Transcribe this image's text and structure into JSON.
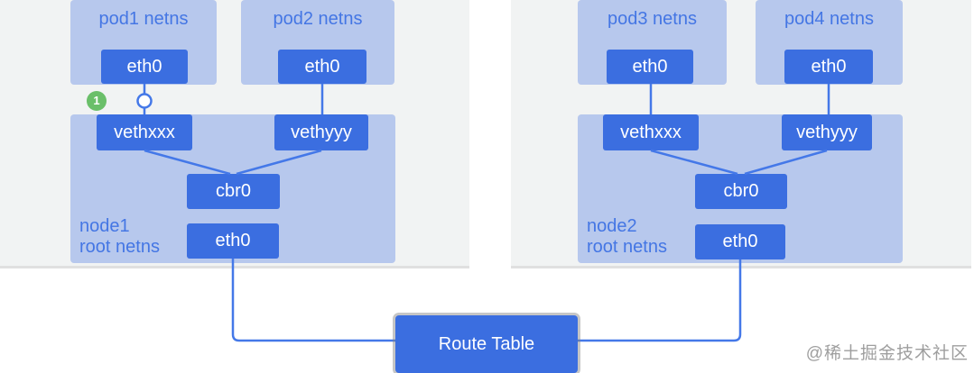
{
  "badge_label": "1",
  "watermark": "@稀土掘金技术社区",
  "route_table": {
    "label": "Route Table"
  },
  "groups": [
    {
      "pods": [
        {
          "label": "pod1 netns",
          "interface": "eth0"
        },
        {
          "label": "pod2 netns",
          "interface": "eth0"
        }
      ],
      "node": {
        "label_line1": "node1",
        "label_line2": "root netns",
        "veth_left": "vethxxx",
        "veth_right": "vethyyy",
        "bridge": "cbr0",
        "interface": "eth0"
      }
    },
    {
      "pods": [
        {
          "label": "pod3 netns",
          "interface": "eth0"
        },
        {
          "label": "pod4 netns",
          "interface": "eth0"
        }
      ],
      "node": {
        "label_line1": "node2",
        "label_line2": "root netns",
        "veth_left": "vethxxx",
        "veth_right": "vethyyy",
        "bridge": "cbr0",
        "interface": "eth0"
      }
    }
  ],
  "colors": {
    "card_bg": "#f1f3f3",
    "netns_bg": "#b7c8ed",
    "box_blue": "#3b6ee0",
    "line_blue": "#4478e8",
    "label_blue": "#4476e4",
    "badge_green": "#6abf69",
    "watermark_gray": "#9e9e9e"
  }
}
